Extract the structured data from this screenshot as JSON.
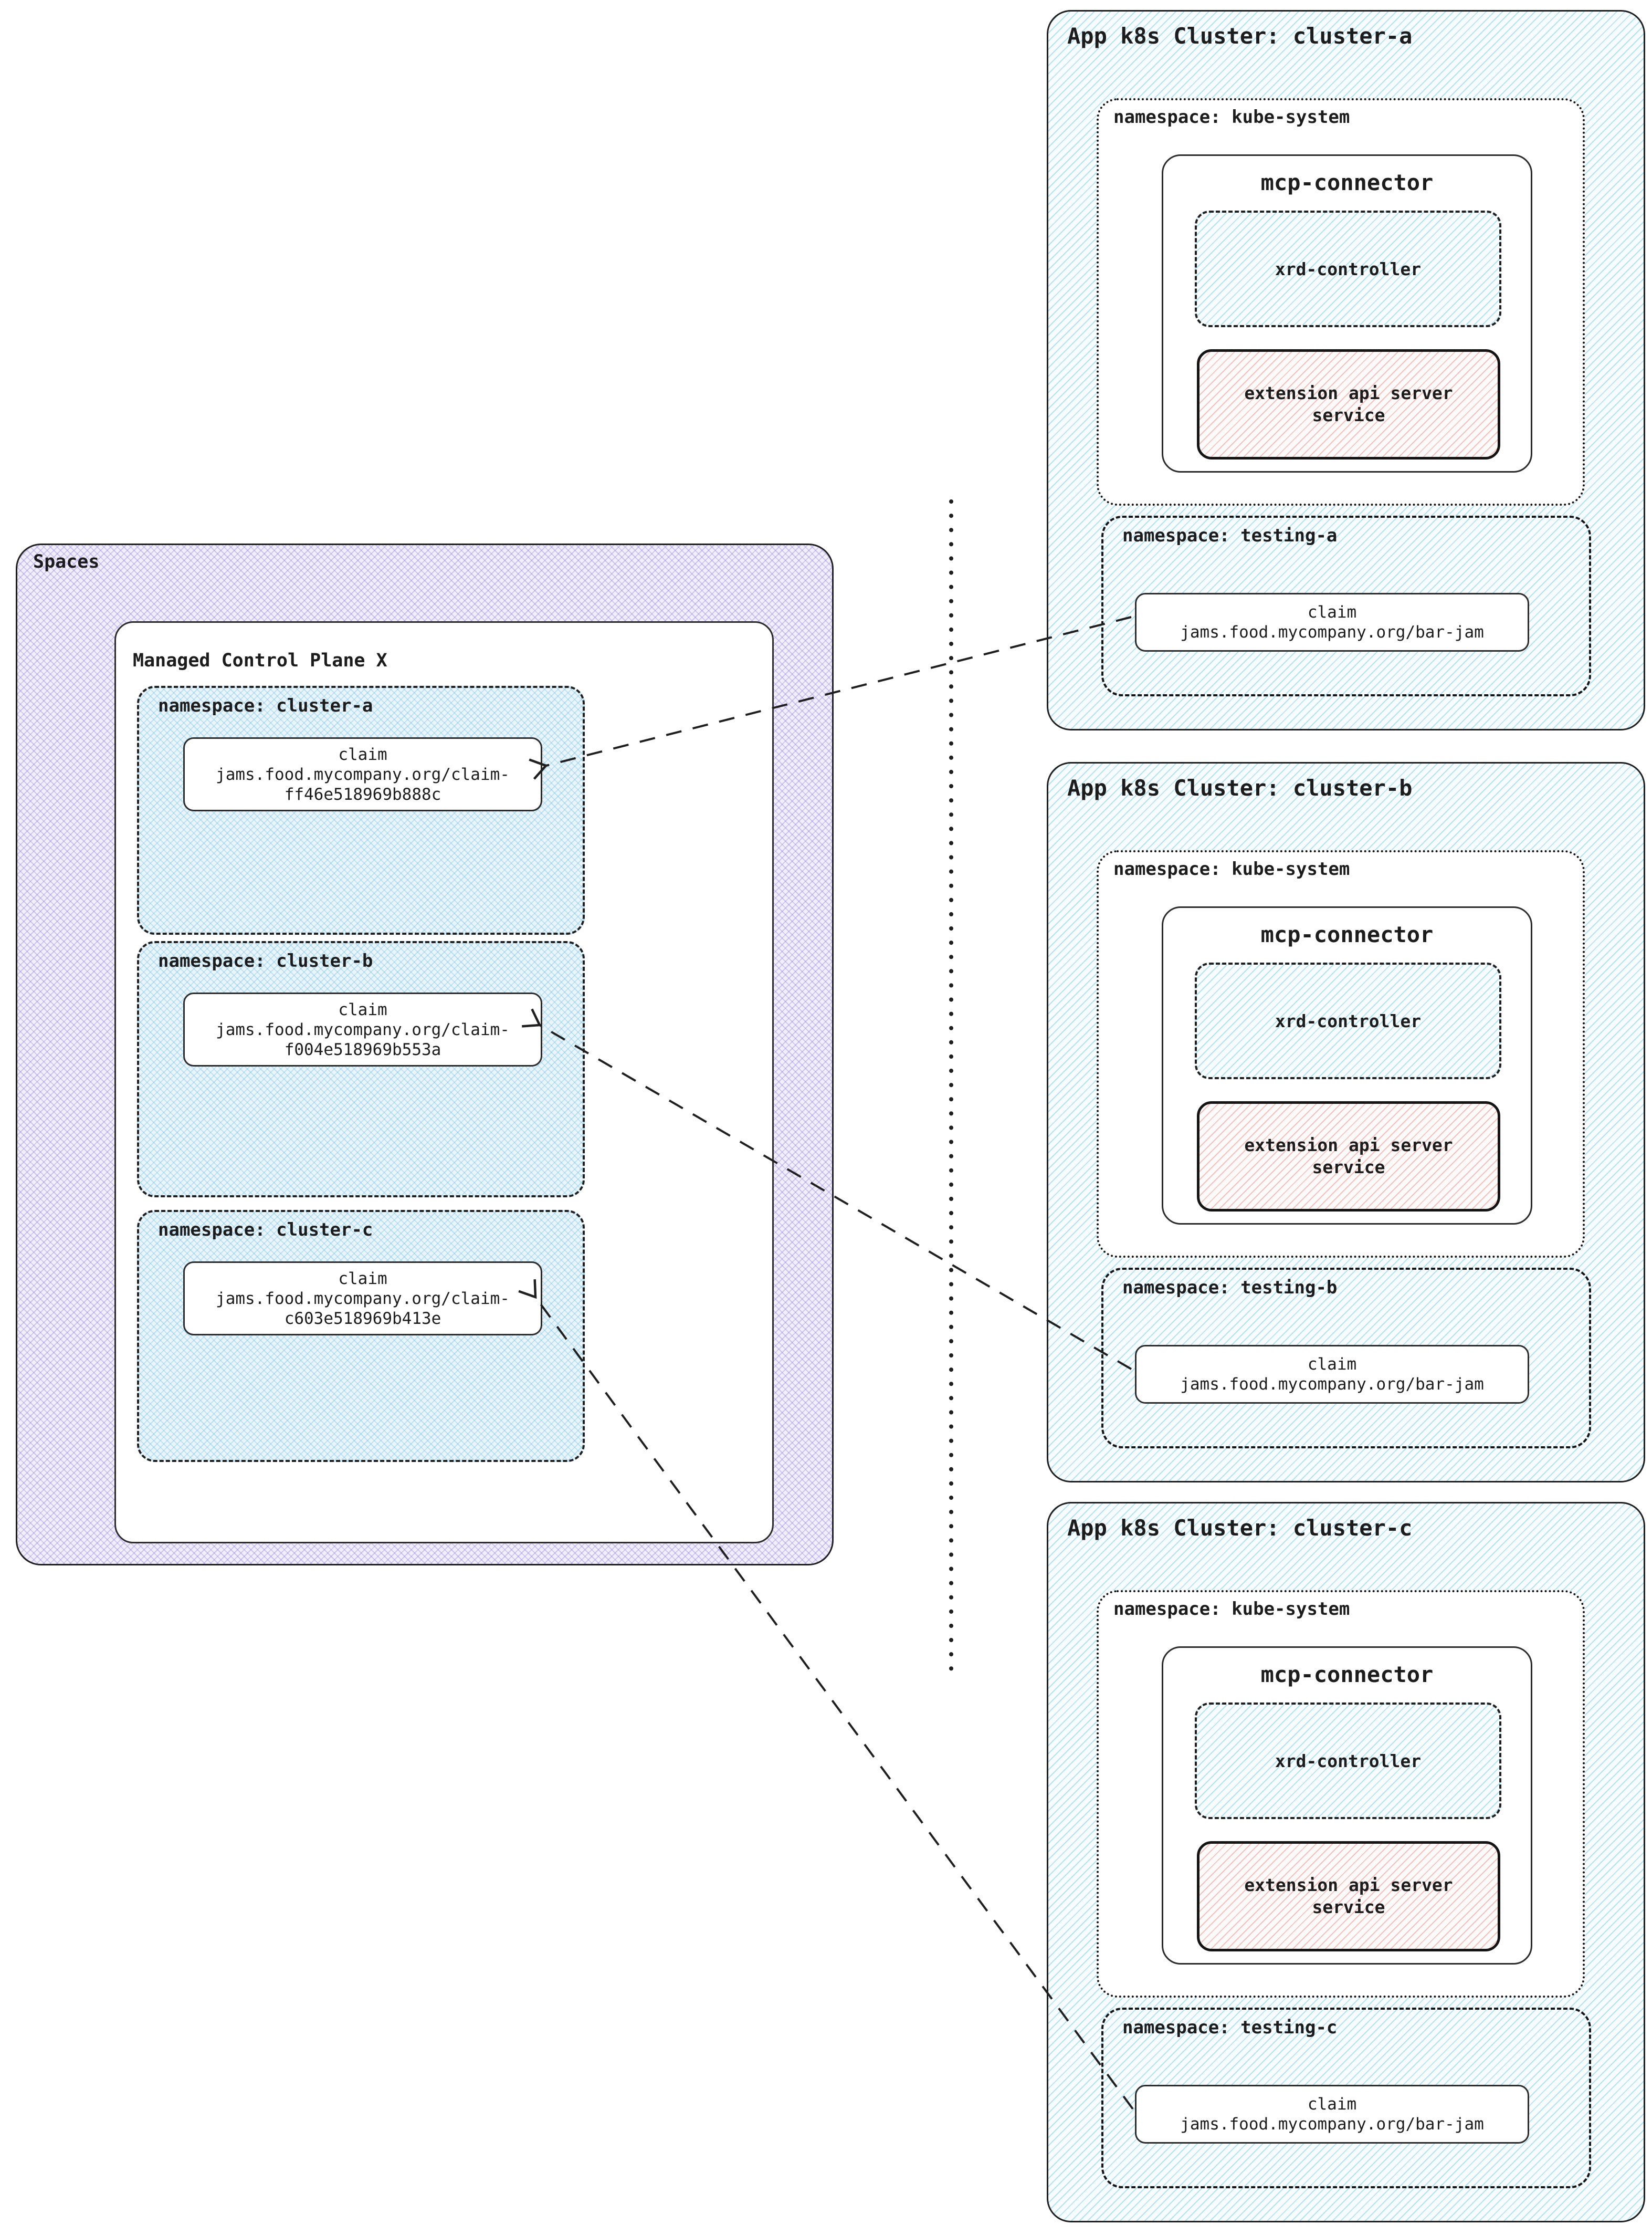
{
  "colors": {
    "purple_hatch": "#8a76e0",
    "blue_hatch": "#6cc6e9",
    "red_hatch": "#e98478",
    "border": "#1f1f1f"
  },
  "spaces": {
    "label": "Spaces",
    "mcp": {
      "label": "Managed Control Plane X",
      "namespaces": [
        {
          "label": "namespace: cluster-a",
          "claim": {
            "title": "claim",
            "line1": "jams.food.mycompany.org/claim-",
            "line2": "ff46e518969b888c"
          }
        },
        {
          "label": "namespace: cluster-b",
          "claim": {
            "title": "claim",
            "line1": "jams.food.mycompany.org/claim-",
            "line2": "f004e518969b553a"
          }
        },
        {
          "label": "namespace: cluster-c",
          "claim": {
            "title": "claim",
            "line1": "jams.food.mycompany.org/claim-",
            "line2": "c603e518969b413e"
          }
        }
      ]
    }
  },
  "clusters": [
    {
      "title": "App k8s Cluster: cluster-a",
      "kube": {
        "label": "namespace: kube-system",
        "connector": {
          "title": "mcp-connector",
          "xrd_label": "xrd-controller",
          "ext_line1": "extension api server",
          "ext_line2": "service"
        }
      },
      "testing": {
        "label": "namespace: testing-a",
        "claim": {
          "title": "claim",
          "line1": "jams.food.mycompany.org/bar-jam"
        }
      }
    },
    {
      "title": "App k8s Cluster: cluster-b",
      "kube": {
        "label": "namespace: kube-system",
        "connector": {
          "title": "mcp-connector",
          "xrd_label": "xrd-controller",
          "ext_line1": "extension api server",
          "ext_line2": "service"
        }
      },
      "testing": {
        "label": "namespace: testing-b",
        "claim": {
          "title": "claim",
          "line1": "jams.food.mycompany.org/bar-jam"
        }
      }
    },
    {
      "title": "App k8s Cluster: cluster-c",
      "kube": {
        "label": "namespace: kube-system",
        "connector": {
          "title": "mcp-connector",
          "xrd_label": "xrd-controller",
          "ext_line1": "extension api server",
          "ext_line2": "service"
        }
      },
      "testing": {
        "label": "namespace: testing-c",
        "claim": {
          "title": "claim",
          "line1": "jams.food.mycompany.org/bar-jam"
        }
      }
    }
  ]
}
